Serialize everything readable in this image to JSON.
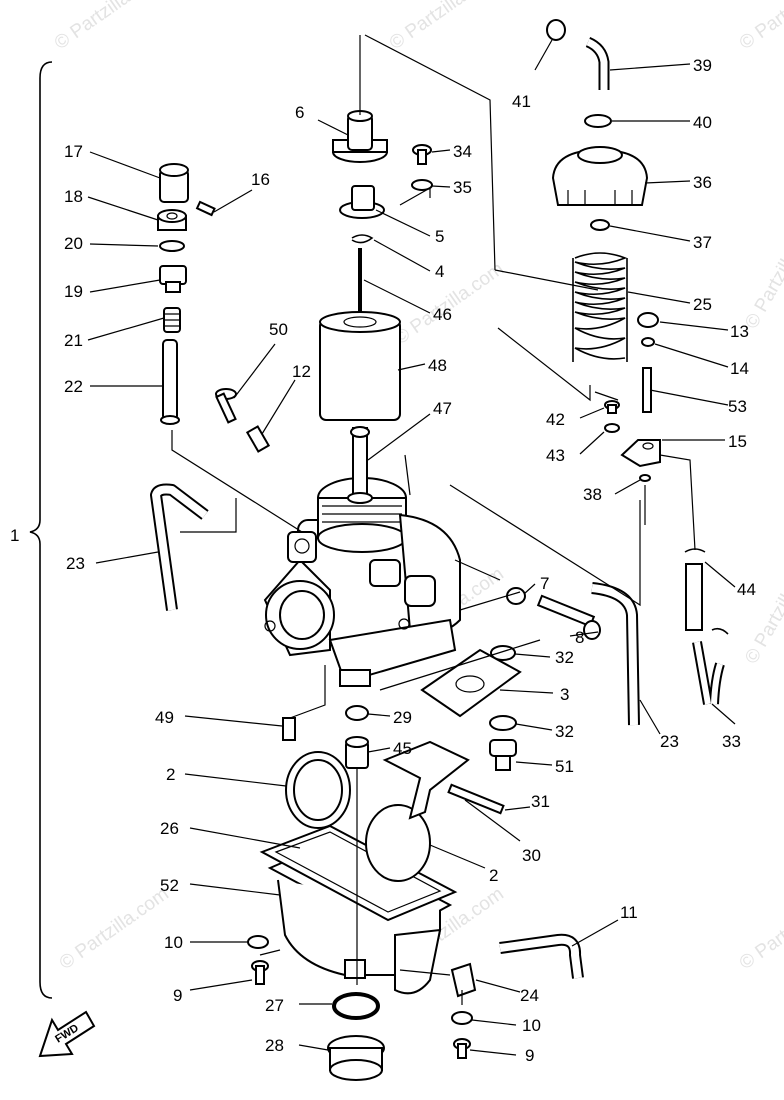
{
  "watermark": "© Partzilla.com",
  "fwd_label": "FWD",
  "labels": [
    "1",
    "2",
    "2",
    "3",
    "4",
    "5",
    "6",
    "7",
    "8",
    "9",
    "9",
    "10",
    "10",
    "11",
    "12",
    "13",
    "14",
    "15",
    "16",
    "17",
    "18",
    "19",
    "20",
    "21",
    "22",
    "23",
    "23",
    "24",
    "25",
    "26",
    "27",
    "28",
    "29",
    "30",
    "31",
    "32",
    "32",
    "33",
    "34",
    "35",
    "36",
    "37",
    "38",
    "39",
    "40",
    "41",
    "42",
    "43",
    "44",
    "45",
    "46",
    "47",
    "48",
    "49",
    "50",
    "51",
    "52",
    "53"
  ]
}
